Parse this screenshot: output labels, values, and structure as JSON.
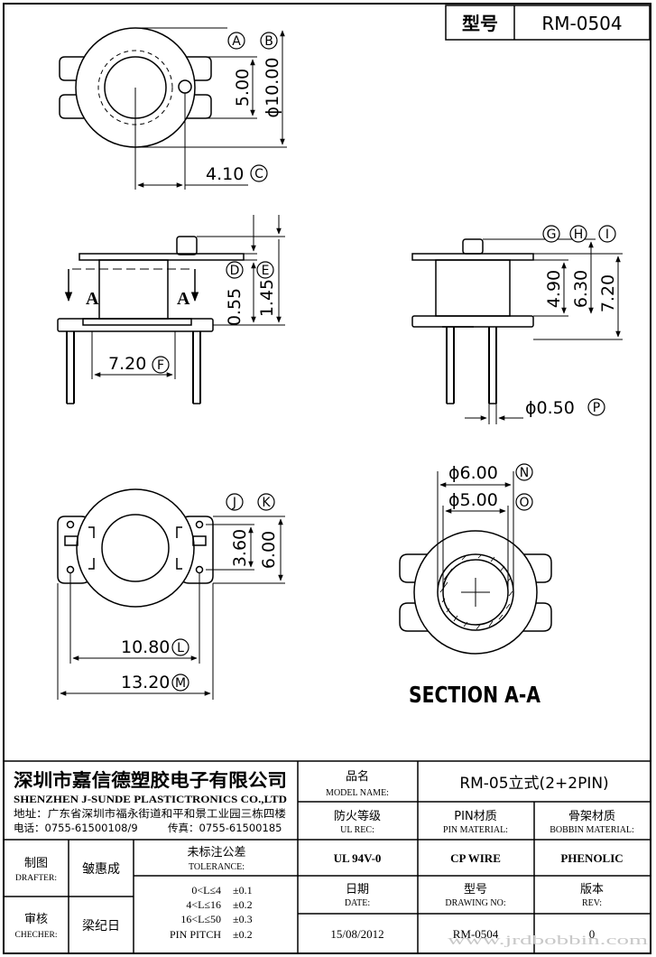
{
  "header": {
    "model_label": "型号",
    "model_value": "RM-0504"
  },
  "drawing": {
    "callouts": [
      "A",
      "B",
      "C",
      "D",
      "E",
      "F",
      "G",
      "H",
      "I",
      "J",
      "K",
      "L",
      "M",
      "N",
      "O",
      "P"
    ],
    "dims": {
      "a": "5.00",
      "b": "ϕ10.00",
      "c": "4.10",
      "d": "0.55",
      "e": "1.45",
      "f": "7.20",
      "g": "4.90",
      "h": "6.30",
      "i": "7.20",
      "j": "3.60",
      "k": "6.00",
      "l": "10.80",
      "m": "13.20",
      "n": "ϕ6.00",
      "o": "ϕ5.00",
      "p": "ϕ0.50"
    },
    "section_marker": "A",
    "section_title": "SECTION A-A"
  },
  "title_block": {
    "company_cn": "深圳市嘉信德塑胶电子有限公司",
    "company_en": "SHENZHEN J-SUNDE PLASTICTRONICS CO.,LTD",
    "address": "地址：广东省深圳市福永街道和平和景工业园三栋四楼",
    "tel": "电话：0755-61500108/9",
    "fax": "传真：0755-61500185",
    "model_name_cn": "品名",
    "model_name_en": "MODEL NAME:",
    "model_name_value": "RM-05立式(2+2PIN)",
    "ul_cn": "防火等级",
    "ul_en": "UL REC:",
    "pin_cn": "PIN材质",
    "pin_en": "PIN MATERIAL:",
    "bobbin_cn": "骨架材质",
    "bobbin_en": "BOBBIN MATERIAL:",
    "ul_value": "UL 94V-0",
    "pin_value": "CP WIRE",
    "bobbin_value": "PHENOLIC",
    "drafter_cn": "制图",
    "drafter_en": "DRAFTER:",
    "drafter_name": "皱惠成",
    "checker_cn": "审核",
    "checker_en": "CHECHER:",
    "checker_name": "梁纪日",
    "tol_cn": "未标注公差",
    "tol_en": "TOLERANCE:",
    "tolerances": [
      {
        "range": "0<L≤4",
        "value": "±0.1"
      },
      {
        "range": "4<L≤16",
        "value": "±0.2"
      },
      {
        "range": "16<L≤50",
        "value": "±0.3"
      },
      {
        "range": "PIN PITCH",
        "value": "±0.2"
      }
    ],
    "date_cn": "日期",
    "date_en": "DATE:",
    "date_value": "15/08/2012",
    "drawing_no_cn": "型号",
    "drawing_no_en": "DRAWING NO:",
    "drawing_no_value": "RM-0504",
    "rev_cn": "版本",
    "rev_en": "REV:",
    "rev_value": "0"
  },
  "watermark": "www.jrdbobbin.com"
}
